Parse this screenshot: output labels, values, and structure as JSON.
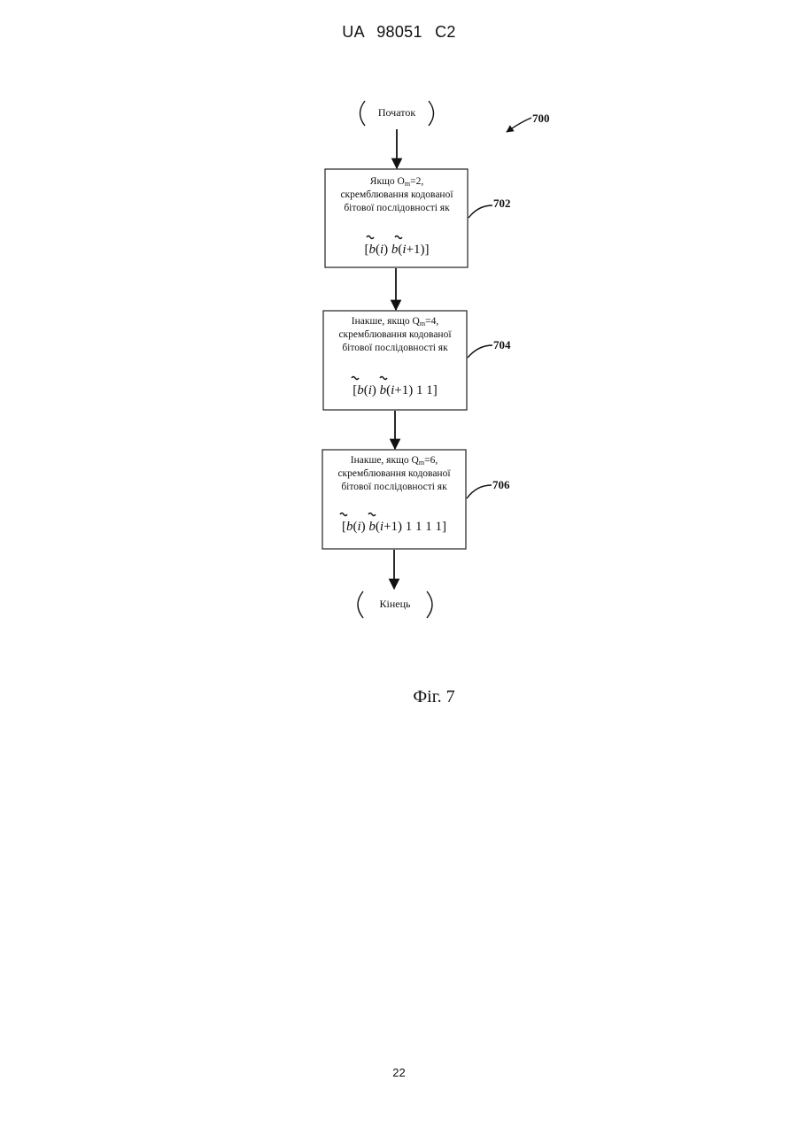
{
  "header": {
    "text": "UA   98051   C2"
  },
  "figure": {
    "reference": "700",
    "start": "Початок",
    "end": "Кінець",
    "caption": "Фіг. 7"
  },
  "steps": [
    {
      "ref": "702",
      "line1_prefix": "Якщо O",
      "line1_sub": "m",
      "line1_suffix": "=2,",
      "line2": "скремблювання кодованої",
      "line3": "бітової послідовності як",
      "formula": [
        "[",
        "b",
        "(",
        "i",
        ")  ",
        "b",
        "(",
        "i",
        "+1)]"
      ]
    },
    {
      "ref": "704",
      "line1_prefix": "Інакше, якщо Q",
      "line1_sub": "m",
      "line1_suffix": "=4,",
      "line2": "скремблювання кодованої",
      "line3": "бітової послідовності як",
      "formula": [
        "[",
        "b",
        "(",
        "i",
        ")  ",
        "b",
        "(",
        "i",
        "+1) 1 1]"
      ]
    },
    {
      "ref": "706",
      "line1_prefix": "Інакше, якщо Q",
      "line1_sub": "m",
      "line1_suffix": "=6,",
      "line2": "скремблювання кодованої",
      "line3": "бітової послідовності як",
      "formula": [
        "[",
        "b",
        "(",
        "i",
        ")  ",
        "b",
        "(",
        "i",
        "+1) 1 1 1 1]"
      ]
    }
  ],
  "page_number": "22"
}
